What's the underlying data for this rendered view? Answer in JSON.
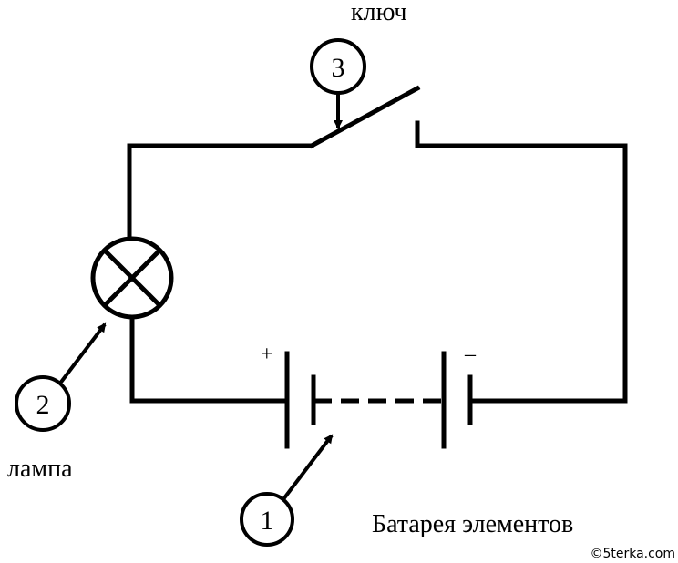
{
  "diagram": {
    "title": "Electric circuit: key, lamp, battery of cells",
    "colors": {
      "stroke": "#000000",
      "background": "#ffffff"
    },
    "components": [
      {
        "id": "battery",
        "number": "1",
        "label": "Батарея элементов",
        "plus_sign": "+",
        "minus_sign": "–"
      },
      {
        "id": "lamp",
        "number": "2",
        "label": "лампа"
      },
      {
        "id": "key",
        "number": "3",
        "label": "ключ"
      }
    ],
    "watermark": "©5terka.com"
  }
}
